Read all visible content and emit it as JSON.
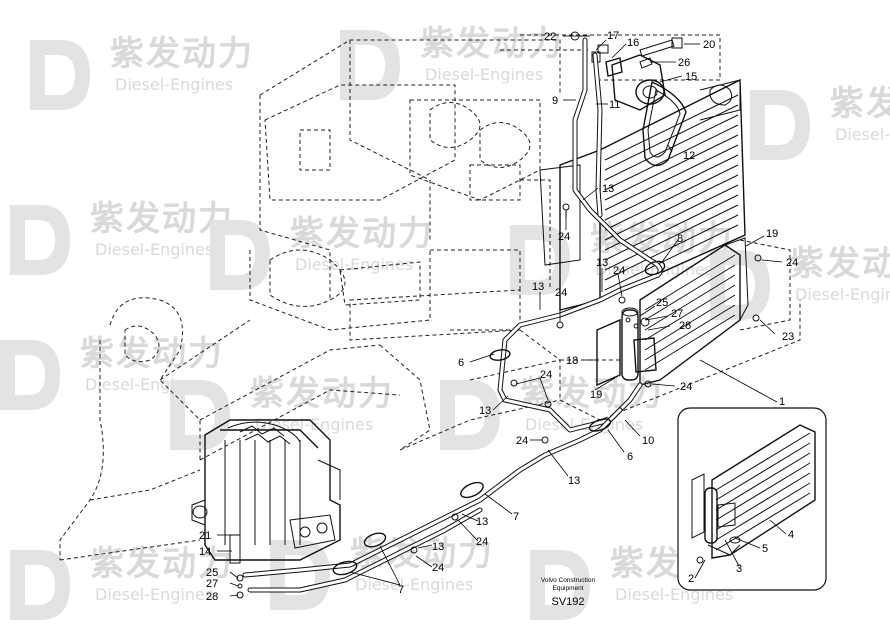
{
  "watermark": {
    "cn_text": "紫发动力",
    "en_text": "Diesel-Engines"
  },
  "caption": {
    "line1": "Volvo Construction",
    "line2": "Equipment",
    "code": "SV192"
  },
  "callouts": {
    "c22": "22",
    "c17": "17",
    "c16": "16",
    "c20": "20",
    "c26": "26",
    "c15": "15",
    "c9": "9",
    "c11": "11",
    "c12": "12",
    "c13a": "13",
    "c24a": "24",
    "c8": "8",
    "c19a": "19",
    "c24b": "24",
    "c13b": "13",
    "c24c": "24",
    "c13c": "13",
    "c24d": "24",
    "c25a": "25",
    "c27a": "27",
    "c28a": "28",
    "c23": "23",
    "c6a": "6",
    "c18": "18",
    "c24e": "24",
    "c19b": "19",
    "c24f": "24",
    "c13d": "13",
    "c10": "10",
    "c24g": "24",
    "c6b": "6",
    "c13e": "13",
    "c1": "1",
    "c7a": "7",
    "c13f": "13",
    "c24h": "24",
    "c13g": "13",
    "c24i": "24",
    "c21": "21",
    "c14": "14",
    "c25b": "25",
    "c27b": "27",
    "c28b": "28",
    "c7b": "7",
    "c4": "4",
    "c5": "5",
    "c3": "3",
    "c2": "2"
  }
}
